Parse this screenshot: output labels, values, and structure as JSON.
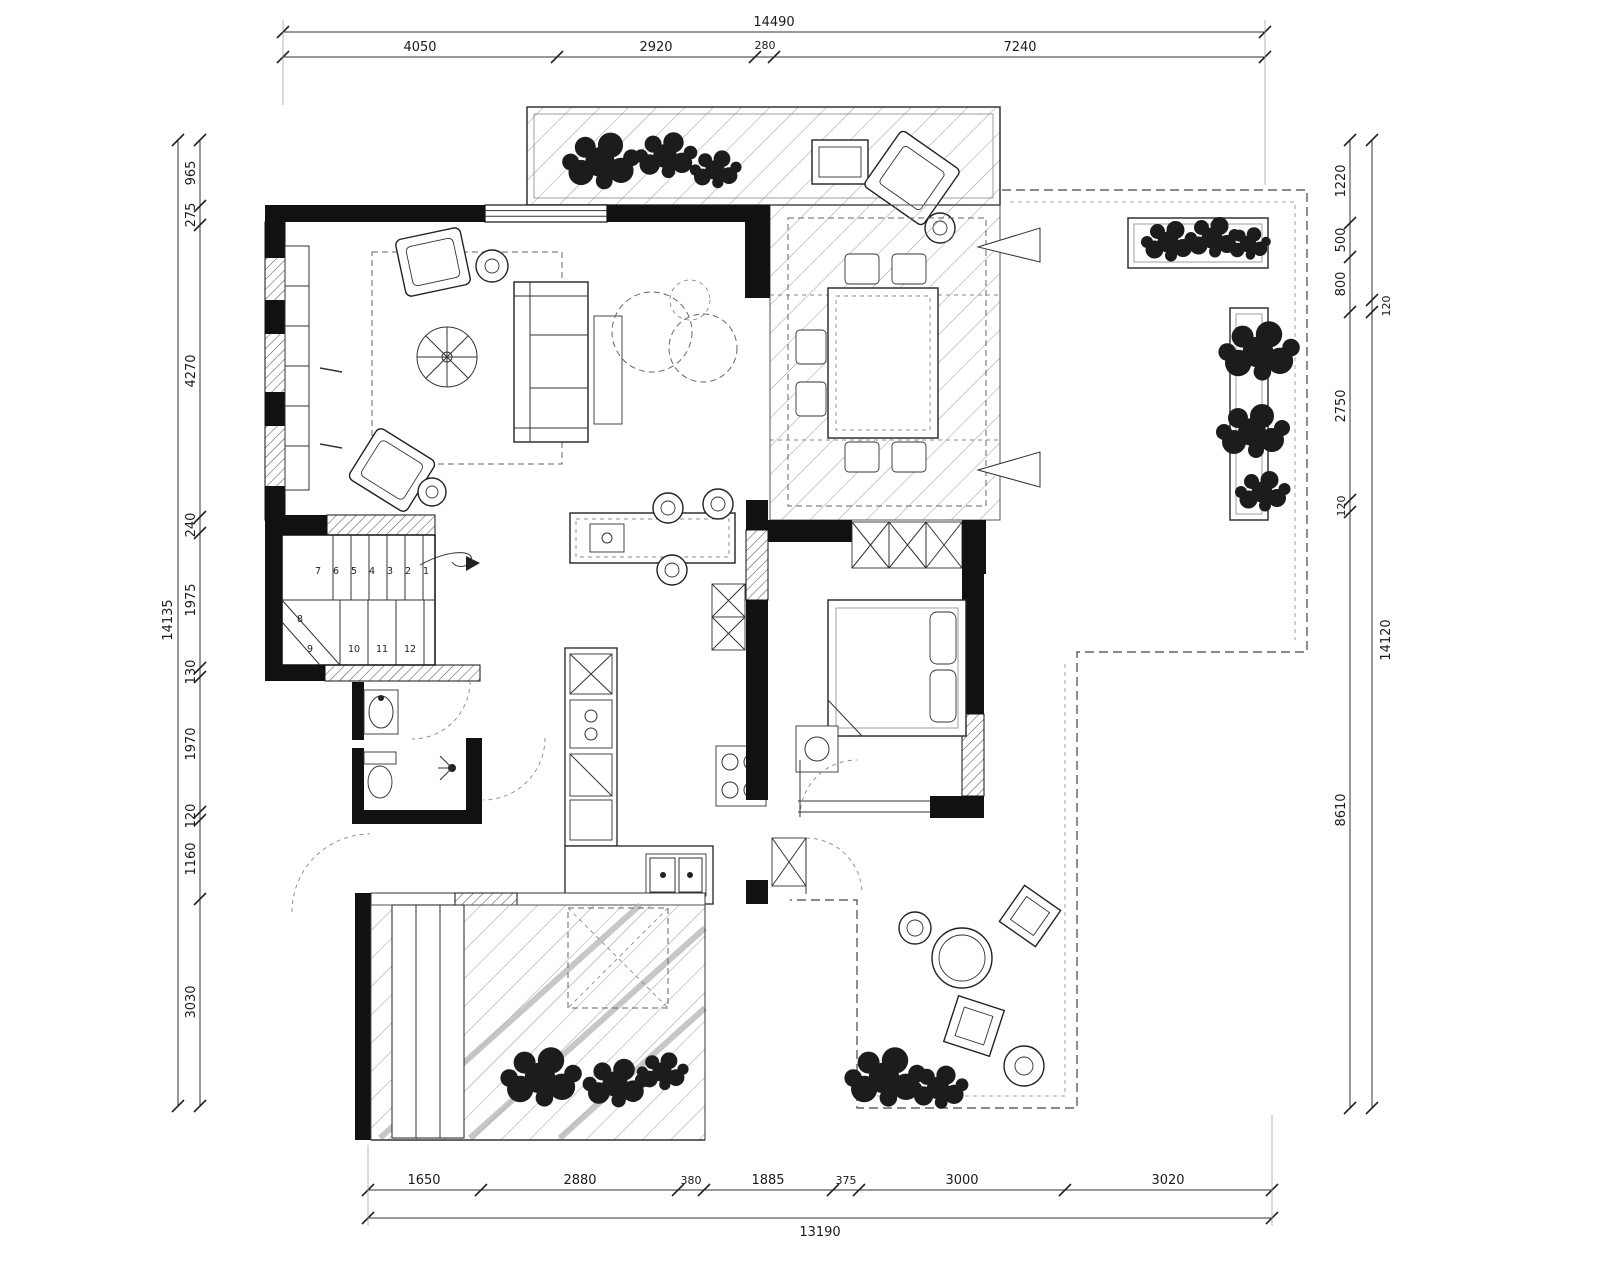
{
  "dimensions": {
    "top": {
      "total": "14490",
      "segments": [
        "4050",
        "2920",
        "280",
        "7240"
      ]
    },
    "bottom": {
      "total": "13190",
      "segments": [
        "1650",
        "2880",
        "380",
        "1885",
        "375",
        "3000",
        "3020"
      ]
    },
    "left": {
      "total": "14135",
      "segments": [
        "965",
        "275",
        "4270",
        "240",
        "1975",
        "130",
        "1970",
        "120",
        "1160",
        "3030"
      ]
    },
    "right": {
      "inner_segments": [
        "1220",
        "500",
        "800",
        "2750",
        "120",
        "8610"
      ],
      "outer_segments": [
        "120",
        "14120"
      ]
    }
  },
  "stairs": {
    "numbers": [
      "1",
      "2",
      "3",
      "4",
      "5",
      "6",
      "7",
      "8",
      "9",
      "10",
      "11",
      "12"
    ]
  }
}
